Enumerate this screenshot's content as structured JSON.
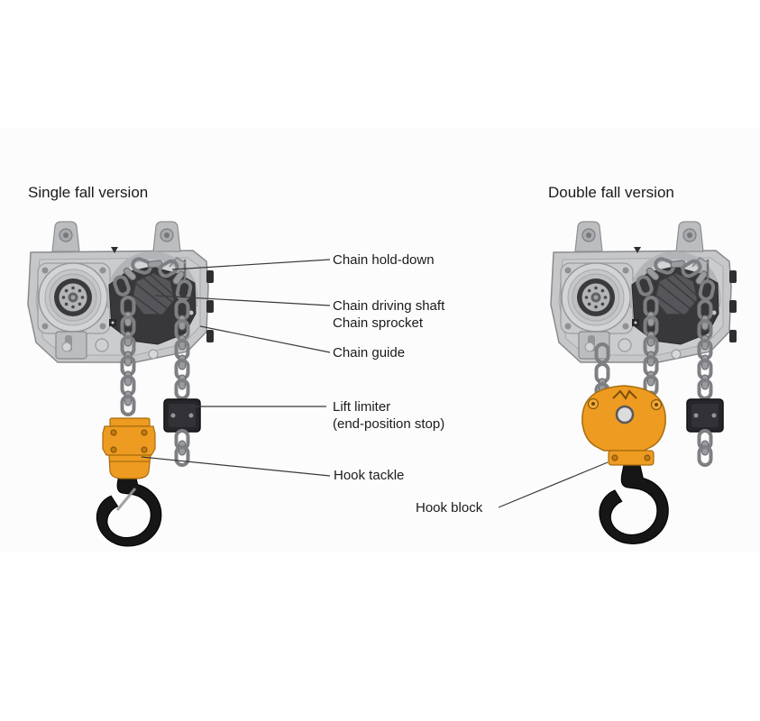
{
  "diagram": {
    "left": {
      "title": "Single fall version"
    },
    "right": {
      "title": "Double fall version"
    },
    "callouts": {
      "chain_hold_down": "Chain hold-down",
      "chain_driving_shaft": "Chain driving shaft",
      "chain_sprocket": "Chain sprocket",
      "chain_guide": "Chain guide",
      "lift_limiter": "Lift limiter",
      "lift_limiter_sub": "(end-position stop)",
      "hook_tackle": "Hook tackle",
      "hook_block": "Hook block"
    },
    "colors": {
      "housing_gray": "#c6c7c9",
      "panel_gray": "#cbccce",
      "dark_casting": "#38383a",
      "chain_gray": "#9a9b9f",
      "accent_orange": "#ee9b22",
      "hook_black": "#161617",
      "leader_line": "#3a3a3a",
      "text": "#1b1b1d"
    }
  }
}
